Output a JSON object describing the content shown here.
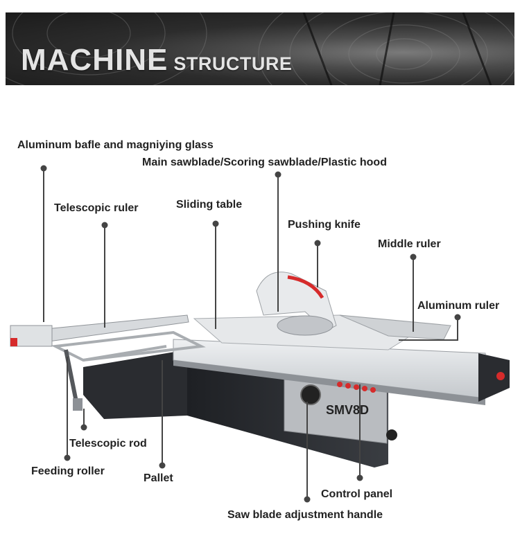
{
  "banner": {
    "title_big": "MACHINE",
    "title_small": "STRUCTURE"
  },
  "model": "SMV8D",
  "labels": {
    "aluminum_bafle": "Aluminum bafle and magniying glass",
    "main_sawblade": "Main sawblade/Scoring sawblade/Plastic hood",
    "telescopic_ruler": "Telescopic ruler",
    "sliding_table": "Sliding table",
    "pushing_knife": "Pushing knife",
    "middle_ruler": "Middle ruler",
    "aluminum_ruler": "Aluminum ruler",
    "telescopic_rod": "Telescopic rod",
    "feeding_roller": "Feeding roller",
    "pallet": "Pallet",
    "control_panel": "Control panel",
    "saw_blade_handle": "Saw blade adjustment handle"
  },
  "colors": {
    "machine_body": "#2a2c30",
    "table": "#d9dcdf",
    "accent_red": "#d62b2b",
    "banner_text": "#e4e4e4"
  }
}
